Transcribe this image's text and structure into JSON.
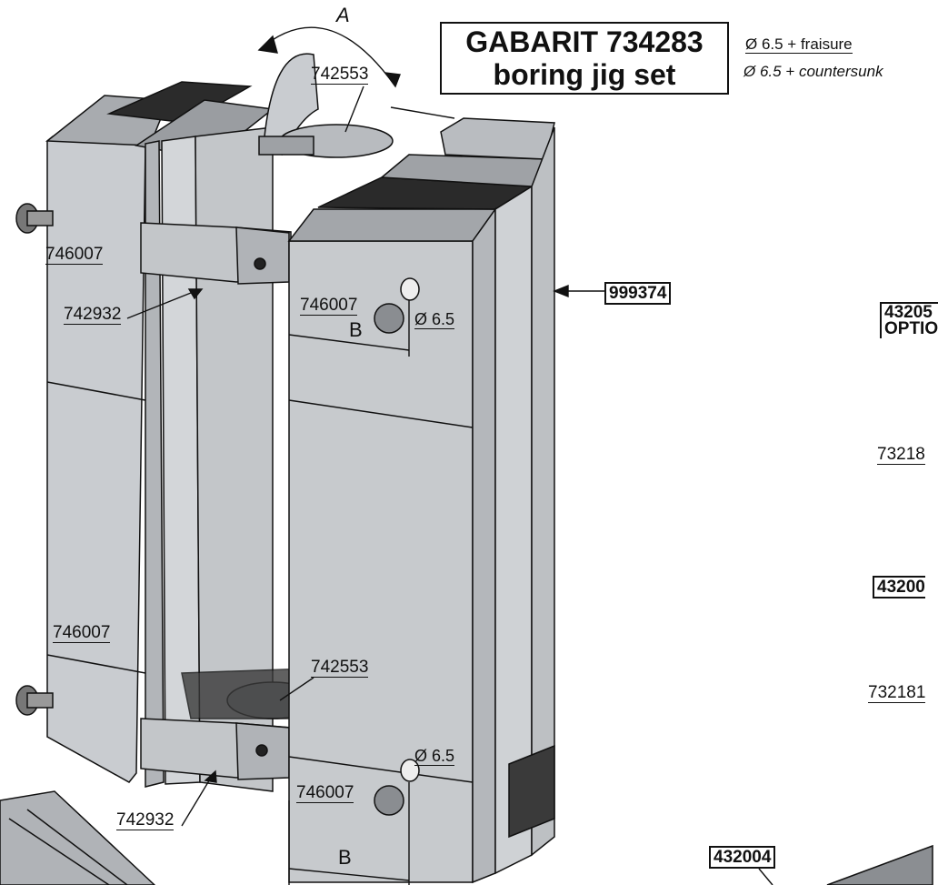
{
  "title": {
    "line1": "GABARIT 734283",
    "line2": "boring jig set"
  },
  "notes": {
    "french": "Ø 6.5 + fraisure",
    "english": "Ø 6.5 + countersunk"
  },
  "dimensions": {
    "angle": "A",
    "width_top": "B",
    "width_bottom": "B",
    "hole_top": "Ø 6.5",
    "hole_bottom": "Ø 6.5"
  },
  "parts": {
    "guide_top": "742553",
    "guide_bottom": "742553",
    "screw_left_top": "746007",
    "screw_left_bottom": "746007",
    "screw_right_top": "746007",
    "screw_right_bottom": "746007",
    "bracket_top": "742932",
    "bracket_bottom": "742932",
    "profile_main": "999374",
    "right_boxed_1": "43205",
    "right_option": "OPTIO",
    "right_part_1": "73218",
    "right_boxed_2": "43200",
    "right_part_2": "732181",
    "bottom_boxed": "432004"
  }
}
